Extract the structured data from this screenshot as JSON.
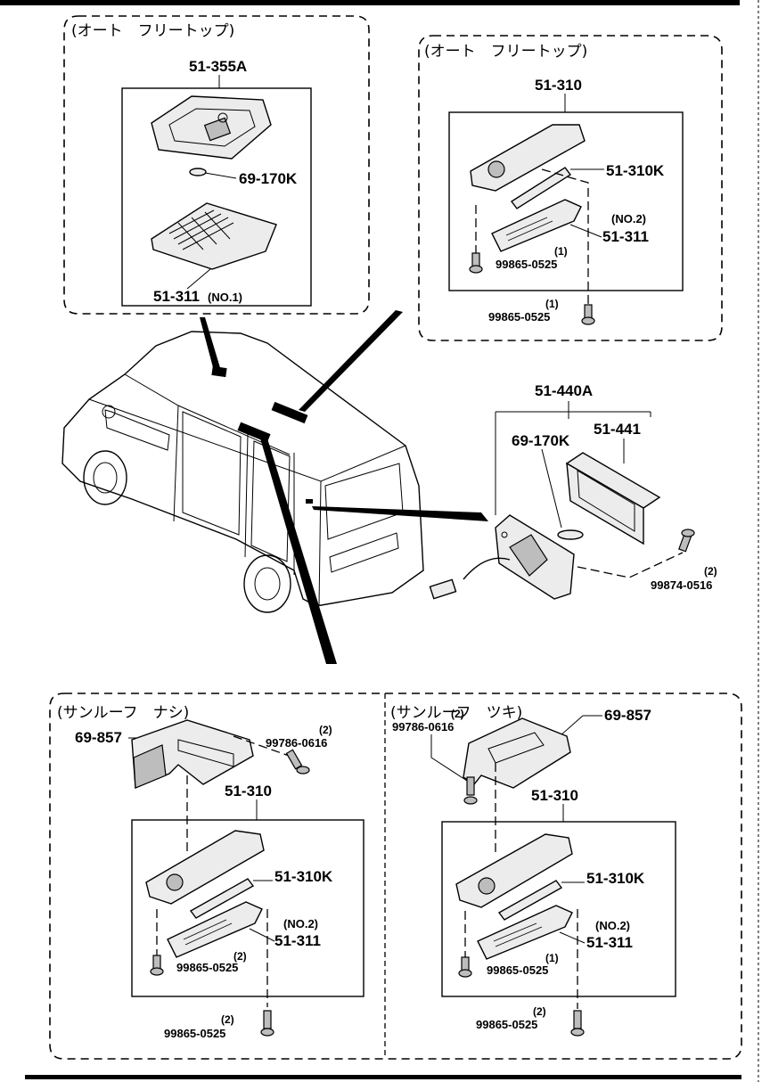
{
  "panels": {
    "top_left": {
      "caption": "(オート　フリートップ)",
      "assembly": "51-355A",
      "bulb": "69-170K",
      "lens": "51-311",
      "lens_note": "(NO.1)"
    },
    "top_right": {
      "caption": "(オート　フリートップ)",
      "assembly": "51-310",
      "bulb": "51-310K",
      "lens_note": "(NO.2)",
      "lens": "51-311",
      "screw_qty_inner": "(1)",
      "screw_inner": "99865-0525",
      "screw_qty_outer": "(1)",
      "screw_outer": "99865-0525"
    },
    "license_lamp": {
      "assembly": "51-440A",
      "bulb": "69-170K",
      "lens": "51-441",
      "screw_qty": "(2)",
      "screw": "99874-0516"
    },
    "bottom_left": {
      "caption": "(サンルーフ　ナシ)",
      "bracket": "69-857",
      "bracket_screw_qty": "(2)",
      "bracket_screw": "99786-0616",
      "assembly": "51-310",
      "bulb": "51-310K",
      "lens_note": "(NO.2)",
      "lens": "51-311",
      "screw_qty_inner": "(2)",
      "screw_inner": "99865-0525",
      "screw_qty_outer": "(2)",
      "screw_outer": "99865-0525"
    },
    "bottom_right": {
      "caption": "(サンルーフ　ツキ)",
      "bracket": "69-857",
      "bracket_screw_qty": "(2)",
      "bracket_screw": "99786-0616",
      "assembly": "51-310",
      "bulb": "51-310K",
      "lens_note": "(NO.2)",
      "lens": "51-311",
      "screw_qty_inner": "(1)",
      "screw_inner": "99865-0525",
      "screw_qty_outer": "(2)",
      "screw_outer": "99865-0525"
    }
  }
}
